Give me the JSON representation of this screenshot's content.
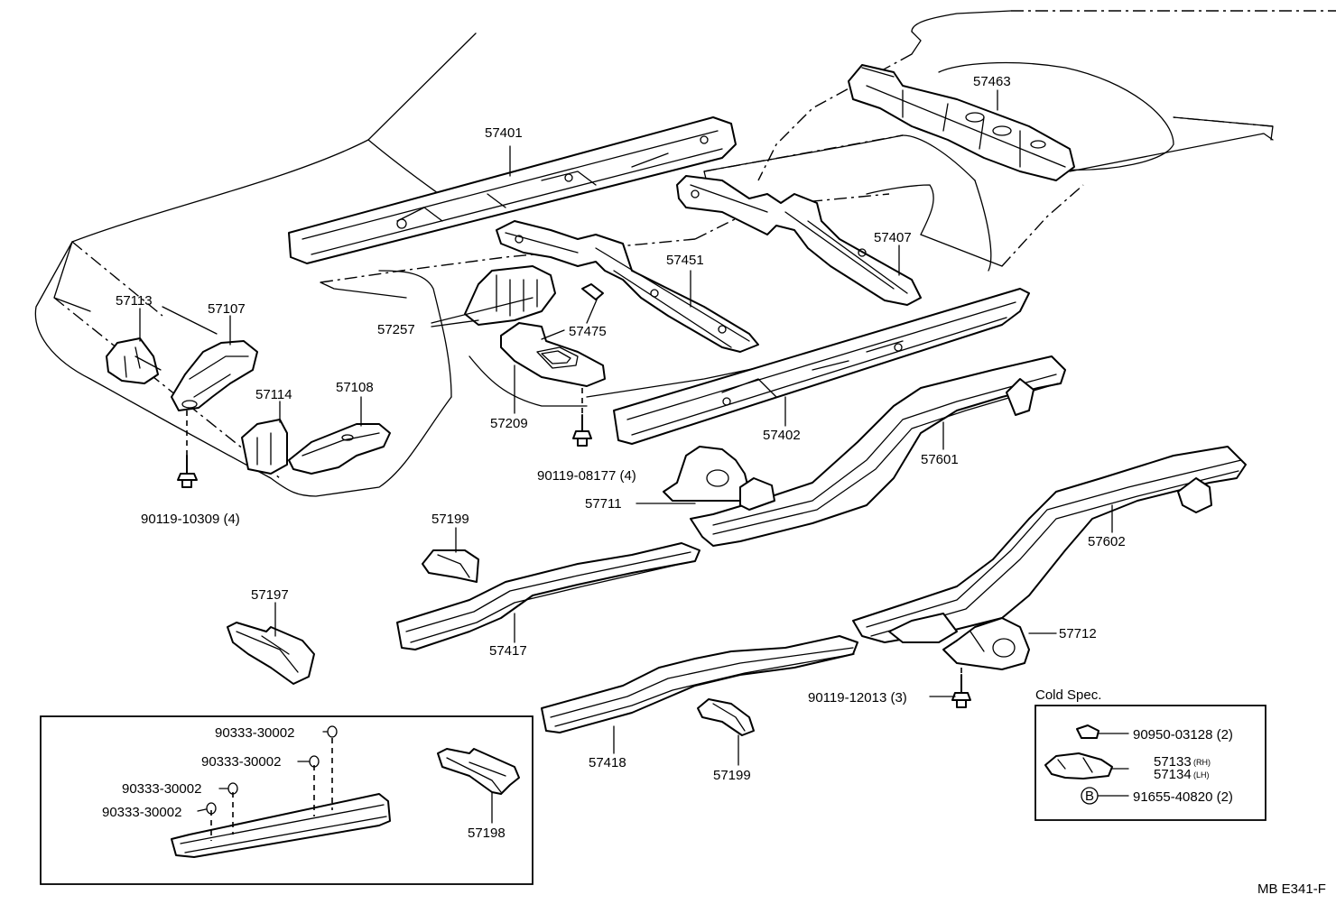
{
  "labels": {
    "p57401": "57401",
    "p57463": "57463",
    "p57407": "57407",
    "p57451": "57451",
    "p57113": "57113",
    "p57107": "57107",
    "p57257": "57257",
    "p57475": "57475",
    "p57114": "57114",
    "p57108": "57108",
    "p57209": "57209",
    "p57402": "57402",
    "p57601": "57601",
    "p90119_08177": "90119-08177 (4)",
    "p57711": "57711",
    "p90119_10309": "90119-10309 (4)",
    "p57199a": "57199",
    "p57602": "57602",
    "p57197": "57197",
    "p57417": "57417",
    "p57712": "57712",
    "p90119_12013": "90119-12013 (3)",
    "p57418": "57418",
    "p57199b": "57199",
    "p57198": "57198",
    "inset_a": "90333-30002",
    "inset_b": "90333-30002",
    "inset_c": "90333-30002",
    "inset_d": "90333-30002",
    "cold_title": "Cold Spec.",
    "cold_90950": "90950-03128 (2)",
    "cold_57133": "57133",
    "cold_57133_side": "(RH)",
    "cold_57134": "57134",
    "cold_57134_side": "(LH)",
    "cold_b_symbol": "B",
    "cold_91655": "91655-40820 (2)",
    "footer_code": "MB E341-F"
  }
}
